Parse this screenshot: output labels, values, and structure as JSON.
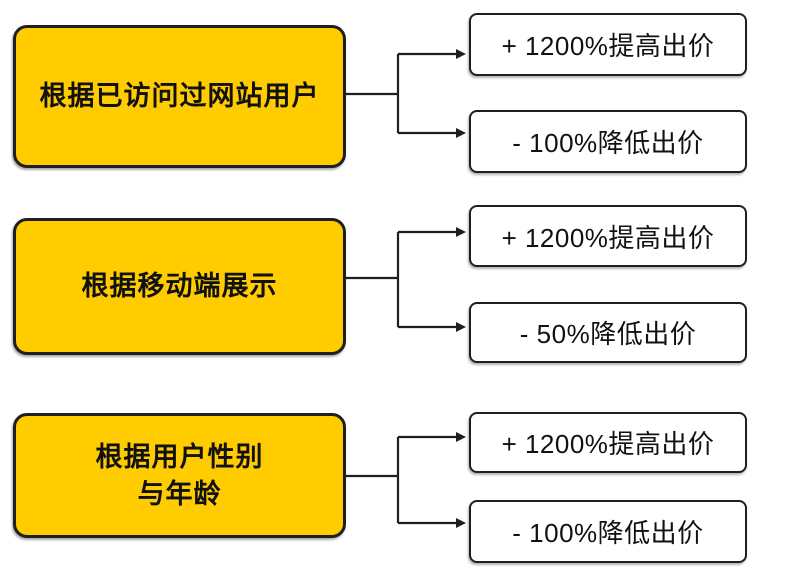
{
  "diagram": {
    "type": "flow-branch-diagram",
    "groups": [
      {
        "source": "根据已访问过网站用户",
        "targets": [
          "+ 1200%提高出价",
          "- 100%降低出价"
        ]
      },
      {
        "source": "根据移动端展示",
        "targets": [
          "+ 1200%提高出价",
          "- 50%降低出价"
        ]
      },
      {
        "source": "根据用户性别\n与年龄",
        "targets": [
          "+ 1200%提高出价",
          "- 100%降低出价"
        ]
      }
    ],
    "colors": {
      "source_fill": "#FFCC00",
      "target_fill": "#FFFFFF",
      "border": "#1F1F1F",
      "arrow": "#1F1F1F",
      "text": "#111111",
      "background": "#FFFFFF"
    }
  }
}
